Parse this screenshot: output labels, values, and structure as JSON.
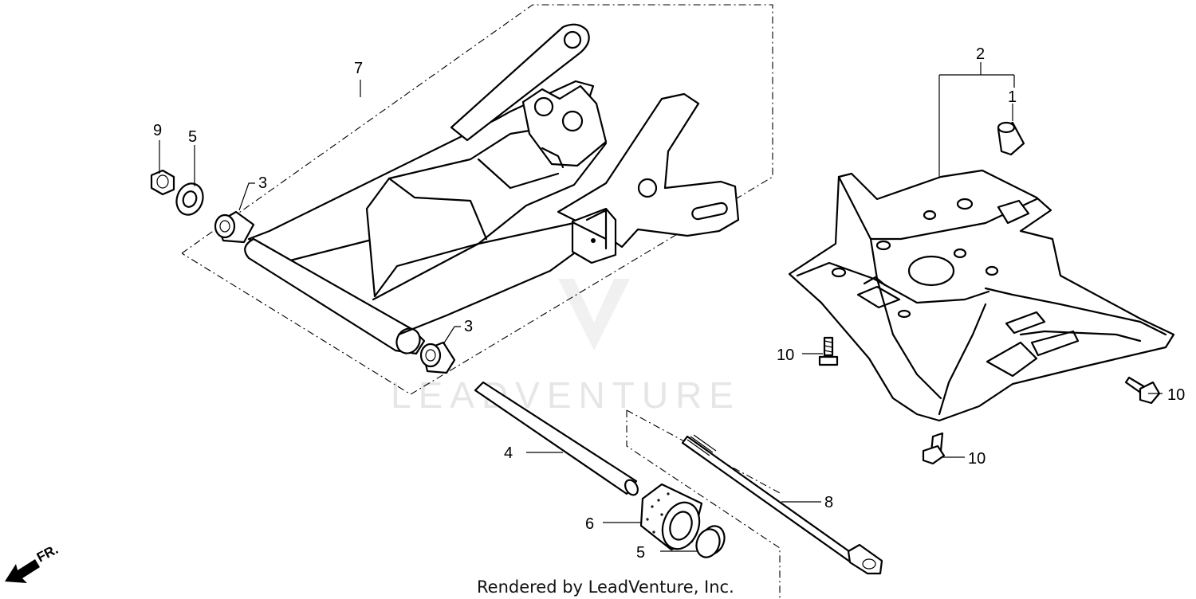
{
  "watermark": {
    "text": "LEADVENTURE"
  },
  "credit": "Rendered by LeadVenture, Inc.",
  "front_indicator": {
    "label": "FR.",
    "icon": "front-arrow-icon"
  },
  "callouts": [
    {
      "id": "c1",
      "label": "1"
    },
    {
      "id": "c2",
      "label": "2"
    },
    {
      "id": "c3a",
      "label": "3"
    },
    {
      "id": "c3b",
      "label": "3"
    },
    {
      "id": "c4",
      "label": "4"
    },
    {
      "id": "c5a",
      "label": "5"
    },
    {
      "id": "c5b",
      "label": "5"
    },
    {
      "id": "c6",
      "label": "6"
    },
    {
      "id": "c7",
      "label": "7"
    },
    {
      "id": "c8",
      "label": "8"
    },
    {
      "id": "c9",
      "label": "9"
    },
    {
      "id": "c10a",
      "label": "10"
    },
    {
      "id": "c10b",
      "label": "10"
    },
    {
      "id": "c10c",
      "label": "10"
    }
  ]
}
